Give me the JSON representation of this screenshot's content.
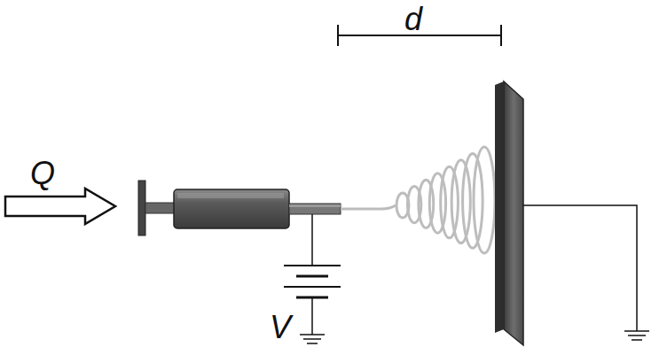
{
  "diagram": {
    "labels": [
      "d",
      "Q",
      "V"
    ]
  }
}
